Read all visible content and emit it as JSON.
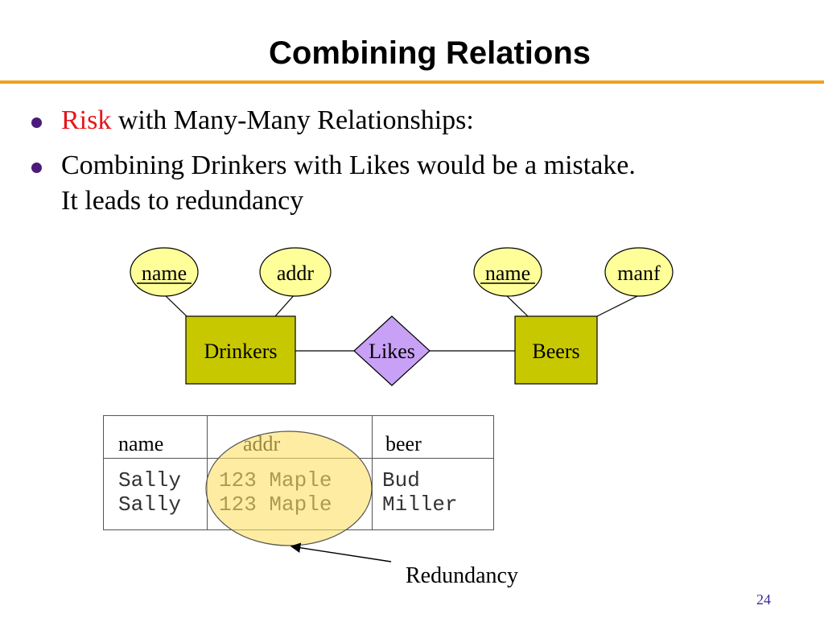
{
  "slide": {
    "title": "Combining Relations",
    "page_number": "24"
  },
  "bullets": [
    {
      "risk_word": "Risk",
      "text": " with Many-Many Relationships:"
    },
    {
      "line1": "Combining Drinkers with Likes would be a mistake.",
      "line2": "It leads to redundancy"
    }
  ],
  "er_diagram": {
    "entities": [
      {
        "label": "Drinkers",
        "fill": "#c8c800"
      },
      {
        "label": "Beers",
        "fill": "#c8c800"
      }
    ],
    "relationship": {
      "label": "Likes",
      "fill": "#c8a0f5"
    },
    "attributes": [
      {
        "label": "name",
        "key": true,
        "entity": "Drinkers"
      },
      {
        "label": "addr",
        "key": false,
        "entity": "Drinkers"
      },
      {
        "label": "name",
        "key": true,
        "entity": "Beers"
      },
      {
        "label": "manf",
        "key": false,
        "entity": "Beers"
      }
    ],
    "attribute_fill": "#ffff99"
  },
  "table": {
    "headers": [
      "name",
      "addr",
      "beer"
    ],
    "rows": [
      [
        "Sally",
        "123 Maple",
        "Bud"
      ],
      [
        "Sally",
        "123 Maple",
        "Miller"
      ]
    ]
  },
  "annotation": {
    "label": "Redundancy",
    "highlight_color": "#ffe066"
  }
}
